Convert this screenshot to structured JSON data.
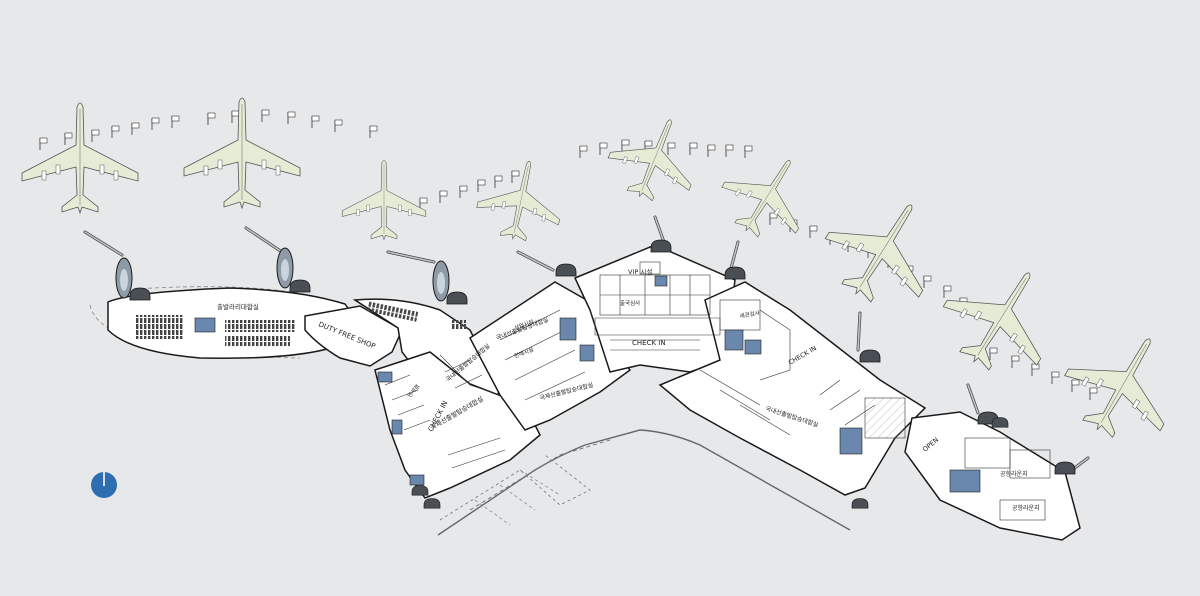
{
  "plan": {
    "colors": {
      "background": "#e6e8ea",
      "plane_fill": "#e4ecd6",
      "plane_stroke": "#555555",
      "terminal_fill": "#ffffff",
      "terminal_stroke": "#1a1a1a",
      "bridge_fill": "#8e9aa6",
      "accent_blue": "#6a87ad",
      "compass": "#2d6db0"
    },
    "labels": {
      "check_in_left": "CHECK IN",
      "check_in_center": "CHECK IN",
      "check_in_right": "CHECK IN",
      "duty_free": "DUTY FREE SHOP",
      "vip": "VIP 시설",
      "west_lounge": "출발라리대합실",
      "intl_depart_left": "국제선출발탑승대합실",
      "domestic_arrival": "국내선출발탑승대합실",
      "intl_arrival_center": "국제선출발탑승대합실",
      "intl_right": "국내선출발탑승대합실",
      "intl_left_small": "국내선출발탑승대합실",
      "east_upper": "공항라운지",
      "east_lower": "공항라운지",
      "open": "OPEN",
      "small_a": "상업시설",
      "small_b": "출국심사",
      "small_c": "세관검사",
      "small_d": "면세점",
      "small_e": "판매시설"
    }
  }
}
